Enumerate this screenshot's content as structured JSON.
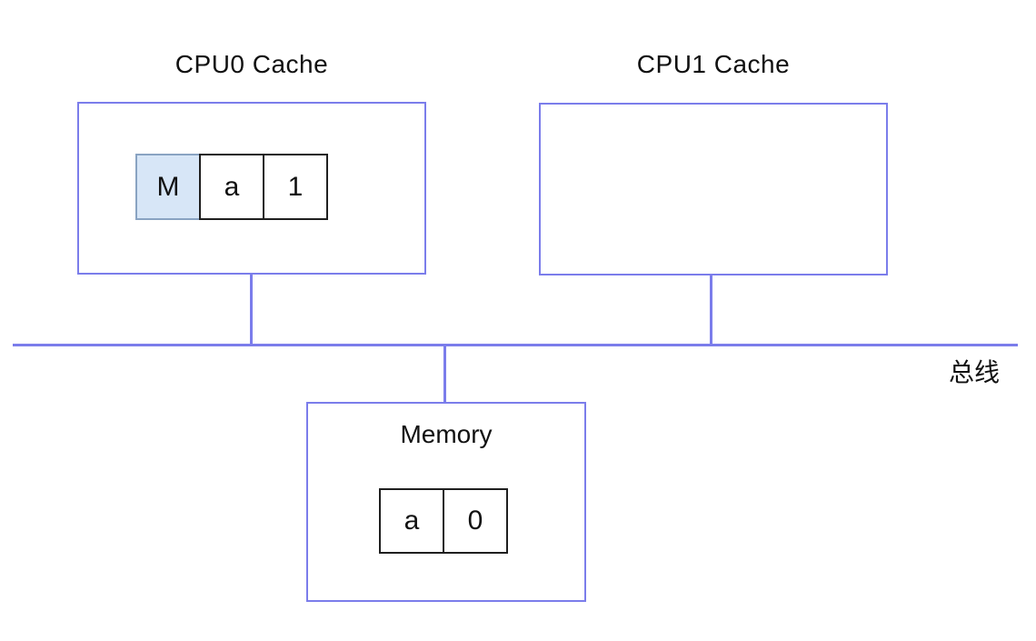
{
  "colors": {
    "accent": "#7b7deb",
    "cell_border": "#1f1f1f",
    "modified_fill": "#d7e6f7",
    "modified_border": "#89a3c2",
    "text": "#111111",
    "bg": "#ffffff"
  },
  "diagram": {
    "cpu0_cache": {
      "title": "CPU0 Cache",
      "cache_line": {
        "state": "M",
        "tag": "a",
        "value": "1"
      }
    },
    "cpu1_cache": {
      "title": "CPU1 Cache"
    },
    "bus": {
      "label": "总线"
    },
    "memory": {
      "title": "Memory",
      "entry": {
        "address": "a",
        "value": "0"
      }
    }
  }
}
